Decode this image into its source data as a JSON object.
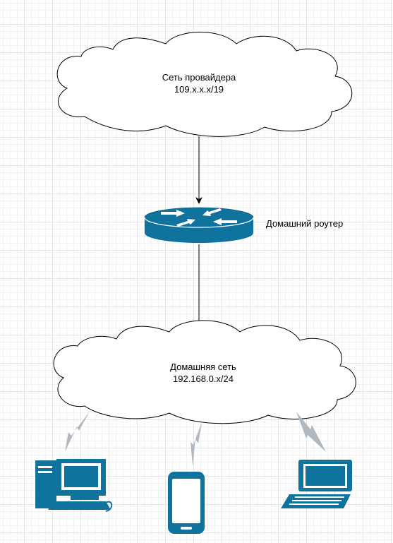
{
  "diagram": {
    "provider_cloud": {
      "title": "Сеть провайдера",
      "subnet": "109.x.x.x/19"
    },
    "router": {
      "label": "Домашний роутер"
    },
    "home_cloud": {
      "title": "Домашняя сеть",
      "subnet": "192.168.0.x/24"
    },
    "devices": [
      "desktop-computer",
      "smartphone",
      "laptop"
    ]
  },
  "colors": {
    "device_fill": "#10739e",
    "cloud_stroke": "#000000",
    "cloud_fill": "#ffffff",
    "wireless": "#b0b8c0",
    "edge": "#000000"
  }
}
